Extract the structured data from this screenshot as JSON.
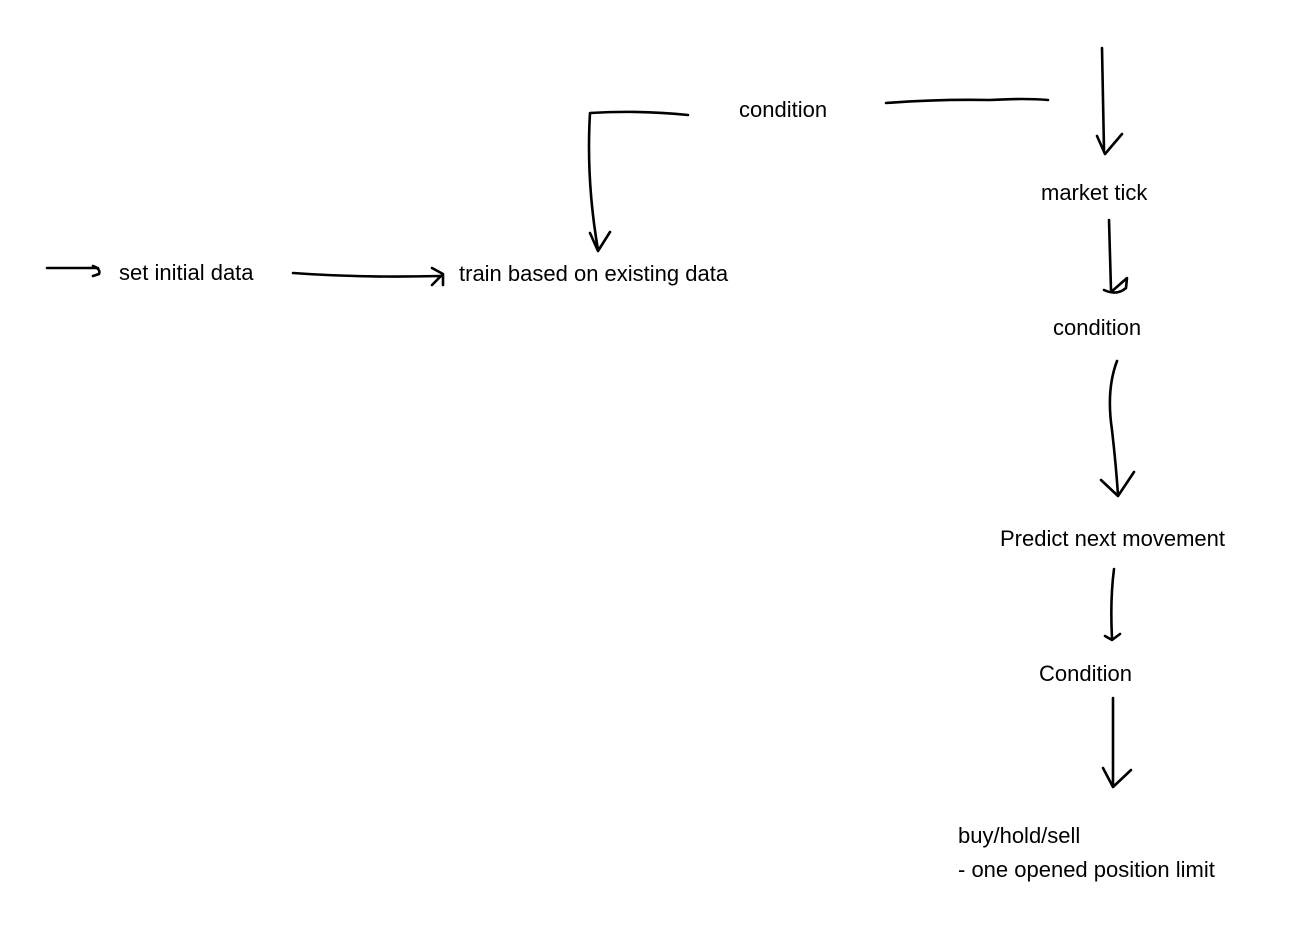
{
  "diagram": {
    "nodes": {
      "set_initial_data": "set initial data",
      "train": "train based on existing data",
      "condition_top": "condition",
      "market_tick": "market tick",
      "condition_mid": "condition",
      "predict": "Predict next movement",
      "condition_bottom": "Condition",
      "action_line1": "buy/hold/sell",
      "action_line2": "- one opened position limit"
    },
    "edges": [
      {
        "from": "start",
        "to": "set_initial_data"
      },
      {
        "from": "set_initial_data",
        "to": "train"
      },
      {
        "from": "condition_top",
        "to": "train"
      },
      {
        "from": "condition_top",
        "to": "market_tick"
      },
      {
        "from": "market_tick",
        "to": "condition_mid"
      },
      {
        "from": "condition_mid",
        "to": "predict"
      },
      {
        "from": "predict",
        "to": "condition_bottom"
      },
      {
        "from": "condition_bottom",
        "to": "action"
      }
    ]
  }
}
